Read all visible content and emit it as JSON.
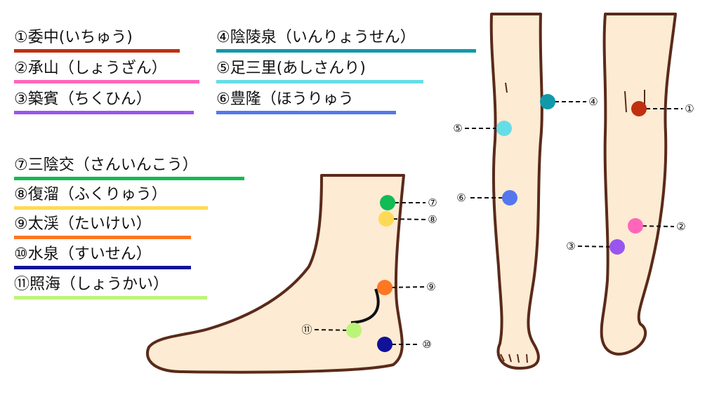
{
  "points": [
    {
      "label": "①委中(いちゅう)",
      "marker": "①",
      "color": "#c0300f"
    },
    {
      "label": "②承山（しょうざん）",
      "marker": "②",
      "color": "#ff66bb"
    },
    {
      "label": "③築賓（ちくひん）",
      "marker": "③",
      "color": "#9955ee"
    },
    {
      "label": "④陰陵泉（いんりょうせん）",
      "marker": "④",
      "color": "#1199aa"
    },
    {
      "label": "⑤足三里(あしさんり)",
      "marker": "⑤",
      "color": "#66dde6"
    },
    {
      "label": "⑥豊隆（ほうりゅう",
      "marker": "⑥",
      "color": "#5577ee"
    },
    {
      "label": "⑦三陰交（さんいんこう）",
      "marker": "⑦",
      "color": "#11bb55"
    },
    {
      "label": "⑧復溜（ふくりゅう）",
      "marker": "⑧",
      "color": "#ffd955"
    },
    {
      "label": "⑨太渓（たいけい）",
      "marker": "⑨",
      "color": "#ff7722"
    },
    {
      "label": "⑩水泉（すいせん）",
      "marker": "⑩",
      "color": "#111199"
    },
    {
      "label": "⑪照海（しょうかい）",
      "marker": "⑪",
      "color": "#bbf577"
    }
  ]
}
